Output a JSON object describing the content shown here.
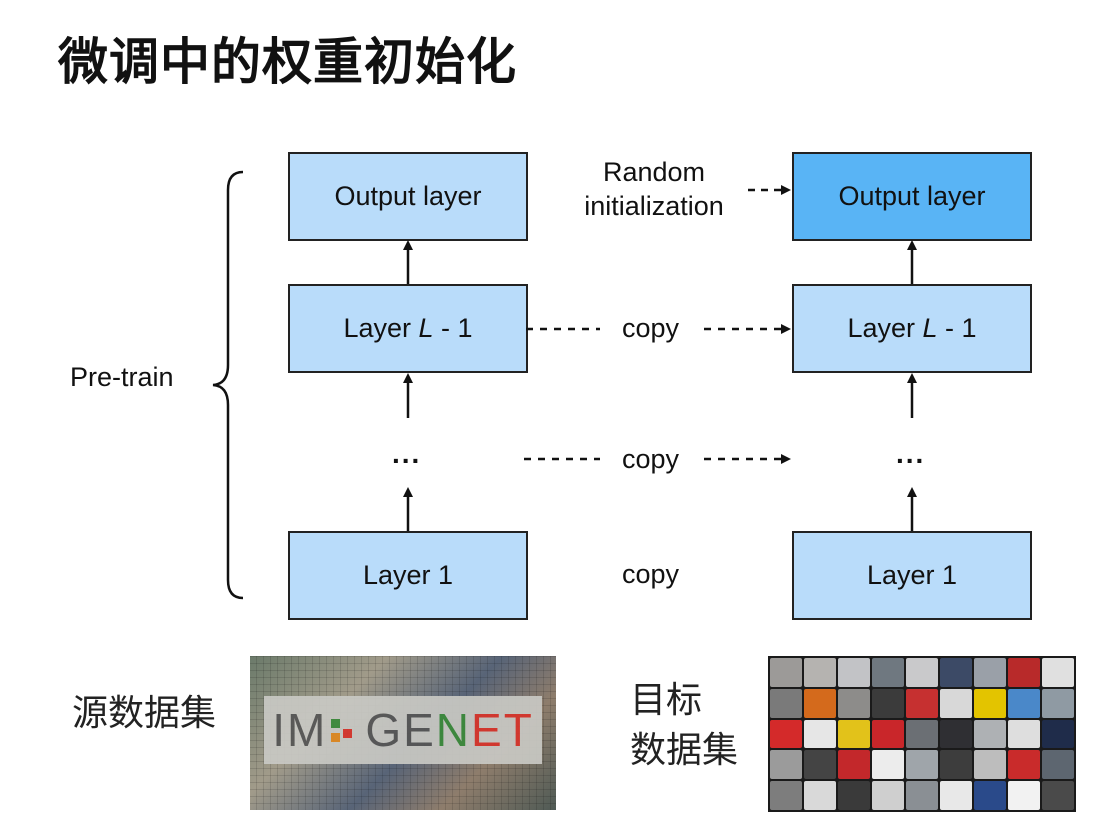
{
  "title": "微调中的权重初始化",
  "pretrain_label": "Pre-train",
  "left_column": {
    "output": "Output layer",
    "layer_l_minus_1_prefix": "Layer ",
    "layer_l_minus_1_var": "L",
    "layer_l_minus_1_suffix": " - 1",
    "ellipsis": "...",
    "layer1": "Layer 1"
  },
  "right_column": {
    "output": "Output layer",
    "layer_l_minus_1_prefix": "Layer ",
    "layer_l_minus_1_var": "L",
    "layer_l_minus_1_suffix": " - 1",
    "ellipsis": "...",
    "layer1": "Layer 1"
  },
  "middle": {
    "random_line1": "Random",
    "random_line2": "initialization",
    "copy_1": "copy",
    "copy_2": "copy",
    "copy_3": "copy"
  },
  "source_dataset": "源数据集",
  "target_dataset_line1": "目标",
  "target_dataset_line2": "数据集",
  "imagenet_logo": {
    "part1": "IM",
    "part2": "GE",
    "part3": "N",
    "part4": "ET"
  },
  "colors": {
    "box_fill": "#b9dcfa",
    "random_box_fill": "#59b4f5",
    "border": "#222222"
  }
}
